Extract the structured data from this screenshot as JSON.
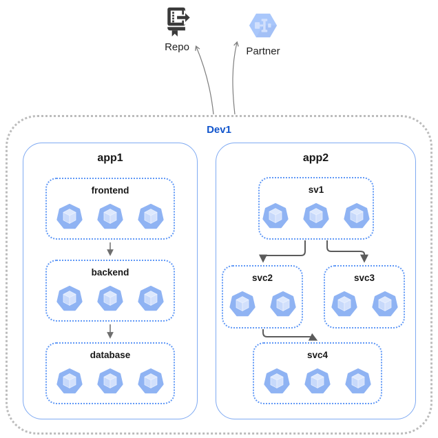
{
  "externals": {
    "repo": {
      "label": "Repo",
      "icon": "repo-icon"
    },
    "partner": {
      "label": "Partner",
      "icon": "partner-hexagon-icon"
    }
  },
  "environment": {
    "label": "Dev1",
    "apps": [
      {
        "label": "app1",
        "services": [
          {
            "label": "frontend",
            "pod_count": 3
          },
          {
            "label": "backend",
            "pod_count": 3
          },
          {
            "label": "database",
            "pod_count": 3
          }
        ],
        "connections": [
          {
            "from": "frontend",
            "to": "backend"
          },
          {
            "from": "backend",
            "to": "database"
          }
        ]
      },
      {
        "label": "app2",
        "services": [
          {
            "label": "sv1",
            "pod_count": 3
          },
          {
            "label": "svc2",
            "pod_count": 2
          },
          {
            "label": "svc3",
            "pod_count": 2
          },
          {
            "label": "svc4",
            "pod_count": 3
          }
        ],
        "connections": [
          {
            "from": "sv1",
            "to": "svc2"
          },
          {
            "from": "sv1",
            "to": "svc3"
          },
          {
            "from": "svc2",
            "to": "svc4"
          }
        ]
      }
    ],
    "external_links": [
      {
        "from": "Dev1",
        "to": "Repo"
      },
      {
        "from": "Dev1",
        "to": "Partner"
      }
    ]
  },
  "colors": {
    "env_border": "#bcbcbc",
    "env_label": "#1155cc",
    "app_border": "#7ea9f2",
    "service_border": "#5e97f6",
    "pod_fill": "#8fb3f3",
    "pod_cube": "#d2e0fc",
    "connector_dark": "#5b5b5b",
    "connector_light": "#7d7d7d",
    "repo_icon": "#3a3a3a",
    "partner_icon_fill": "#a9c7fb",
    "label_text": "#161616"
  }
}
